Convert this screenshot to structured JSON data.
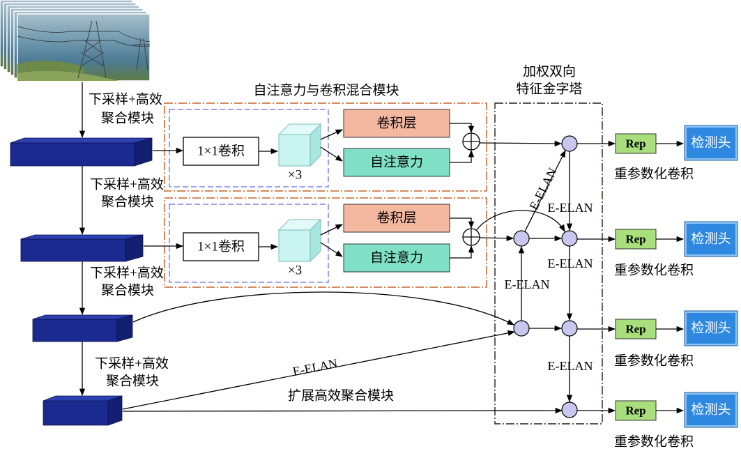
{
  "input": {
    "icon": "transmission-tower-photo-stack"
  },
  "backbone": {
    "stage_labels": [
      {
        "line1": "下采样+高效",
        "line2": "聚合模块"
      },
      {
        "line1": "下采样+高效",
        "line2": "聚合模块"
      },
      {
        "line1": "下采样+高效",
        "line2": "聚合模块"
      },
      {
        "line1": "下采样+高效",
        "line2": "聚合模块"
      }
    ]
  },
  "hybrid_module": {
    "title": "自注意力与卷积混合模块",
    "blocks": [
      {
        "conv1x1": "1×1卷积",
        "repeat": "×3",
        "conv": "卷积层",
        "attention": "自注意力",
        "adder_icon": "circle-plus"
      },
      {
        "conv1x1": "1×1卷积",
        "repeat": "×3",
        "conv": "卷积层",
        "attention": "自注意力",
        "adder_icon": "circle-plus"
      }
    ]
  },
  "bifpn": {
    "title_line1": "加权双向",
    "title_line2": "特征金字塔"
  },
  "connections": {
    "e_elan_labels": [
      "E-ELAN",
      "E-ELAN",
      "E-ELAN",
      "E-ELAN",
      "E-ELAN",
      "E-ELAN"
    ],
    "extended_label": "扩展高效聚合模块"
  },
  "heads": [
    {
      "rep": "Rep",
      "detector": "检测头",
      "caption": "重参数化卷积"
    },
    {
      "rep": "Rep",
      "detector": "检测头",
      "caption": "重参数化卷积"
    },
    {
      "rep": "Rep",
      "detector": "检测头",
      "caption": "重参数化卷积"
    },
    {
      "rep": "Rep",
      "detector": "检测头",
      "caption": "重参数化卷积"
    }
  ],
  "colors": {
    "block_front": "#1b2a8e",
    "block_top": "#2d40b0",
    "block_side": "#131f70",
    "cube": "#c9f4ef",
    "conv_layer": "#f4b7a0",
    "self_attention": "#7fe0c6",
    "hybrid_border": "#c8642a",
    "inner_border": "#6b6be6",
    "node": "#c9c6ef",
    "rep": "#a8df7c",
    "detect_head": "#2e88e0"
  }
}
